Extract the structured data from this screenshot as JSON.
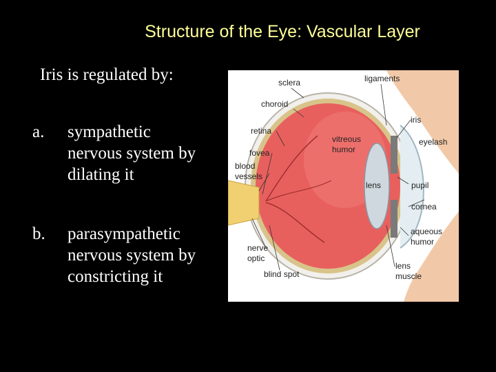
{
  "slide": {
    "title": "Structure of the Eye: Vascular Layer",
    "intro": "Iris is regulated by:",
    "items": [
      {
        "marker": "a.",
        "lines": [
          "sympathetic",
          "nervous system by",
          "dilating it"
        ]
      },
      {
        "marker": "b.",
        "lines": [
          "parasympathetic",
          "nervous system by",
          "constricting it"
        ]
      }
    ]
  },
  "diagram": {
    "labels": {
      "sclera": "sclera",
      "choroid": "choroid",
      "retina": "retina",
      "fovea": "fovea",
      "blood_vessels": [
        "blood",
        "vessels"
      ],
      "nerve_optic": [
        "nerve",
        "optic"
      ],
      "blind_spot": "blind spot",
      "ligaments": "ligaments",
      "vitreous_humor": [
        "vitreous",
        "humor"
      ],
      "iris": "iris",
      "eyelash": "eyelash",
      "lens": "lens",
      "pupil": "pupil",
      "cornea": "cornea",
      "aqueous_humor": [
        "aqueous",
        "humor"
      ],
      "lens_muscle": [
        "lens",
        "muscle"
      ]
    },
    "colors": {
      "vitreous": "#e8605e",
      "sclera": "#f2f0ec",
      "choroid": "#d8c48a",
      "lens": "#cfd8de",
      "skin": "#f2c9a8"
    }
  }
}
